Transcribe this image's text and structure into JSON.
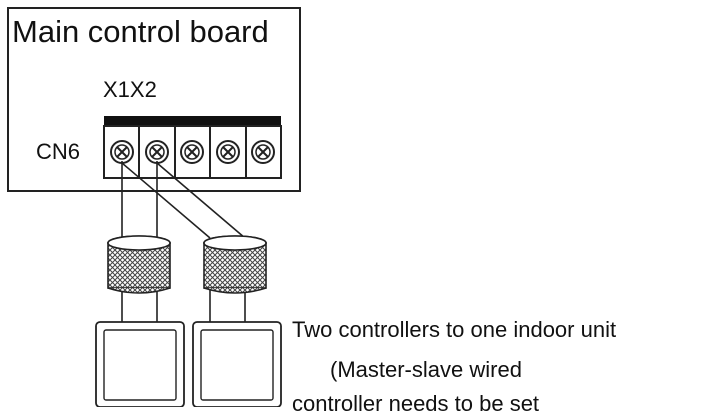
{
  "board": {
    "title": "Main control board",
    "terminal_label": "X1X2",
    "connector_label": "CN6"
  },
  "note": {
    "line1": "Two controllers to one indoor unit",
    "line2": "(Master-slave wired",
    "line3": "controller needs to be set"
  },
  "colors": {
    "line": "#222222",
    "background": "#ffffff",
    "terminal_bar": "#111111"
  },
  "icons": [
    "screw-terminal-icon",
    "cable-sleeve-icon",
    "wired-controller-icon"
  ]
}
